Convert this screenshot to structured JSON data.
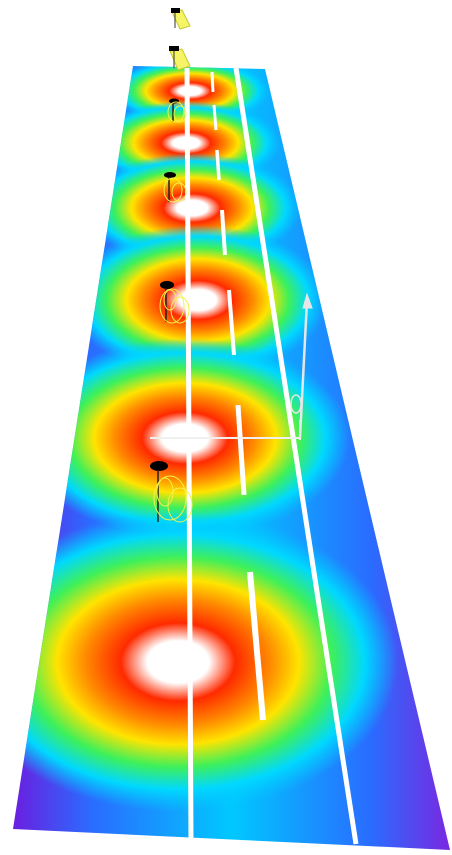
{
  "scene": {
    "description_free": true,
    "colors": {
      "background": "#ffffff",
      "floor_outer": "#7a28e0",
      "floor_mid": "#00c8ff",
      "ring_green": "#3ef05a",
      "ring_yellow": "#ffe400",
      "ring_red": "#ff2a00",
      "center": "#ffffff",
      "lane_lines": "#ffffff",
      "pole_heads": "#000000",
      "fixture_wire": "#f2f24a",
      "aim_arrow": "#e6e6e6"
    },
    "light_spots": [
      {
        "id": "spot-1"
      },
      {
        "id": "spot-2"
      },
      {
        "id": "spot-3"
      },
      {
        "id": "spot-4"
      },
      {
        "id": "spot-5"
      },
      {
        "id": "spot-6"
      }
    ],
    "light_poles": [
      {
        "id": "pole-1"
      },
      {
        "id": "pole-2"
      },
      {
        "id": "pole-3"
      },
      {
        "id": "pole-4"
      },
      {
        "id": "pole-5"
      },
      {
        "id": "pole-6"
      },
      {
        "id": "pole-7"
      }
    ]
  }
}
